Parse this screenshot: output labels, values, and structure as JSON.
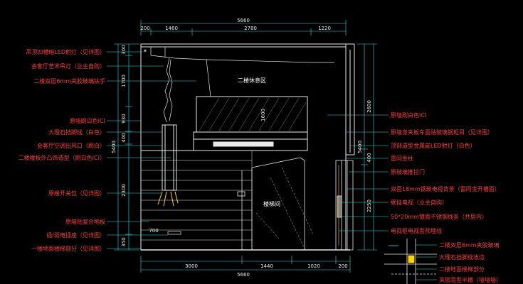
{
  "dimensions": {
    "top_total": "5660",
    "top_segments": [
      "200",
      "1460",
      "2780",
      "1220"
    ],
    "bottom_segments": [
      "3000",
      "1440",
      "1020",
      "200"
    ],
    "bottom_total": "5660",
    "left_heights": [
      "300",
      "1700",
      "930",
      "400",
      "2300",
      "350"
    ],
    "left_overall": "5400",
    "right_heights": [
      "2600",
      "400",
      "2250"
    ],
    "right_overall": "5400",
    "inner": [
      "1600",
      "700"
    ]
  },
  "left_labels": [
    "吊顶凹槽暗LED射灯（见详图）",
    "会客厅艺术吊灯（业主自购）",
    "二楼双层6mm夹胶玻璃扶手",
    "原墙刷白色ICI",
    "大理石挡脚线（白色）",
    "会客厅空调出风口（刷白）",
    "二楼楼板外凸饰造型（刷白色ICI）",
    "原楼开关位（见详图）",
    "原墙贴复合地板",
    "插/弱电插座（见详图）",
    "一楼地面楼梯部分（见详图）"
  ],
  "right_labels": [
    "原墙刷白色ICI",
    "原墙身夹板车面贴玻璃钢柜目（见详图）",
    "顶部造型金属嵌LED射灯（白色）",
    "雷同金柱",
    "原玻璃推拉门",
    "双面18mm钢玻电视背景（雷同金开槽面）",
    "壁挂电视（业主自购）",
    "50*20mm镀面不锈钢线条（共层内）",
    "电视柜电视面预埋线"
  ],
  "detail_labels": [
    "二楼双层6mm夹胶玻璃",
    "大理石挡脚线收边",
    "二楼地面楼梯部分",
    "夹层阻型半槽（墙墙墙）"
  ],
  "rooms": {
    "upper": "二楼休息区",
    "stair": "楼梯间"
  },
  "colors": {
    "background": "#000000",
    "linework": "#e8e8e8",
    "annotation": "#ff3b3b",
    "dimension_line": "#2fe0e0",
    "accent": "#ffd200",
    "glass_hatch": "#7a7a7a"
  }
}
